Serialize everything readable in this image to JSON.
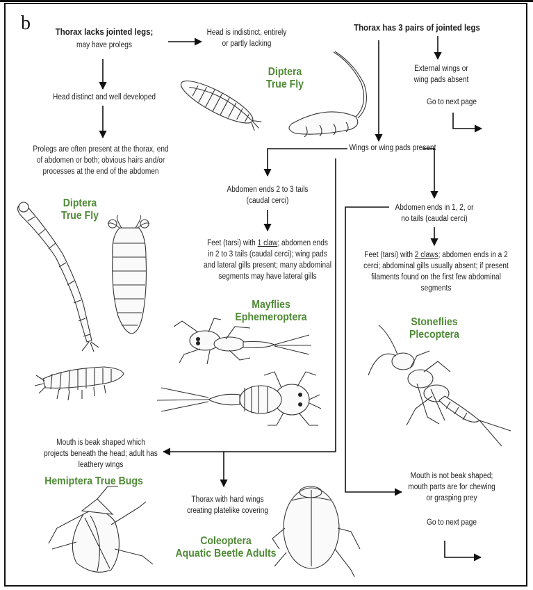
{
  "panel_label": "b",
  "nodes": {
    "thorax_lacks_legs": {
      "title": "Thorax lacks jointed legs;",
      "sub": "may have prolegs"
    },
    "head_indistinct": {
      "line1": "Head is indistinct, entirely",
      "line2": "or partly lacking"
    },
    "thorax_3_pairs": {
      "title": "Thorax has 3 pairs of jointed legs"
    },
    "external_wings_absent": {
      "line1": "External wings or",
      "line2": "wing pads absent"
    },
    "go_next_1": "Go to next page",
    "head_distinct": "Head distinct and well developed",
    "prolegs_present": {
      "line1": "Prolegs are often present at the thorax, end",
      "line2": "of abdomen or both; obvious hairs and/or",
      "line3": "processes at the end of the abdomen"
    },
    "wings_present": "Wings or wing pads present",
    "abdomen_2_3": {
      "line1": "Abdomen ends 2 to 3 tails",
      "line2": "(caudal cerci)"
    },
    "abdomen_1_2": {
      "line1": "Abdomen ends in 1, 2, or",
      "line2": "no tails (caudal cerci)"
    },
    "feet_1_claw": {
      "pre": "Feet (tarsi) with ",
      "claw": "1 claw",
      "post": "; abdomen ends",
      "line2": "in 2 to 3 tails (caudal cerci); wing pads",
      "line3": "and lateral gills present; many abdominal",
      "line4": "segments may have lateral gills"
    },
    "feet_2_claws": {
      "pre": "Feet (tarsi) with ",
      "claw": "2 claws",
      "post": "; abdomen ends in a 2",
      "line2": "cerci; abdominal gills usually absent; if present",
      "line3": "filaments found on the first few abdominal",
      "line4": "segments"
    },
    "mouth_beak": {
      "line1": "Mouth is beak shaped which",
      "line2": "projects beneath the head; adult has",
      "line3": "leathery wings"
    },
    "thorax_hard_wings": {
      "line1": "Thorax with hard wings",
      "line2": "creating platelike covering"
    },
    "mouth_not_beak": {
      "line1": "Mouth is not beak shaped;",
      "line2": "mouth parts are for chewing",
      "line3": "or grasping prey"
    },
    "go_next_2": "Go to next page"
  },
  "taxa": {
    "diptera_1": {
      "line1": "Diptera",
      "line2": "True Fly"
    },
    "diptera_2": {
      "line1": "Diptera",
      "line2": "True Fly"
    },
    "mayflies": {
      "line1": "Mayflies",
      "line2": "Ephemeroptera"
    },
    "stoneflies": {
      "line1": "Stoneflies",
      "line2": "Plecoptera"
    },
    "hemiptera": "Hemiptera True Bugs",
    "coleoptera": {
      "line1": "Coleoptera",
      "line2": "Aquatic Beetle Adults"
    }
  },
  "colors": {
    "taxon_green": "#4f8a36",
    "ink": "#1f1f1f"
  },
  "illustrations": [
    "fly-larva-illustration",
    "rat-tailed-maggot-illustration",
    "midge-larva-illustration",
    "mosquito-larva-illustration",
    "cranefly-larva-illustration",
    "mayfly-nymph-illustration",
    "mayfly-nymph-large-illustration",
    "stonefly-nymph-illustration",
    "water-boatman-illustration",
    "diving-beetle-illustration"
  ]
}
